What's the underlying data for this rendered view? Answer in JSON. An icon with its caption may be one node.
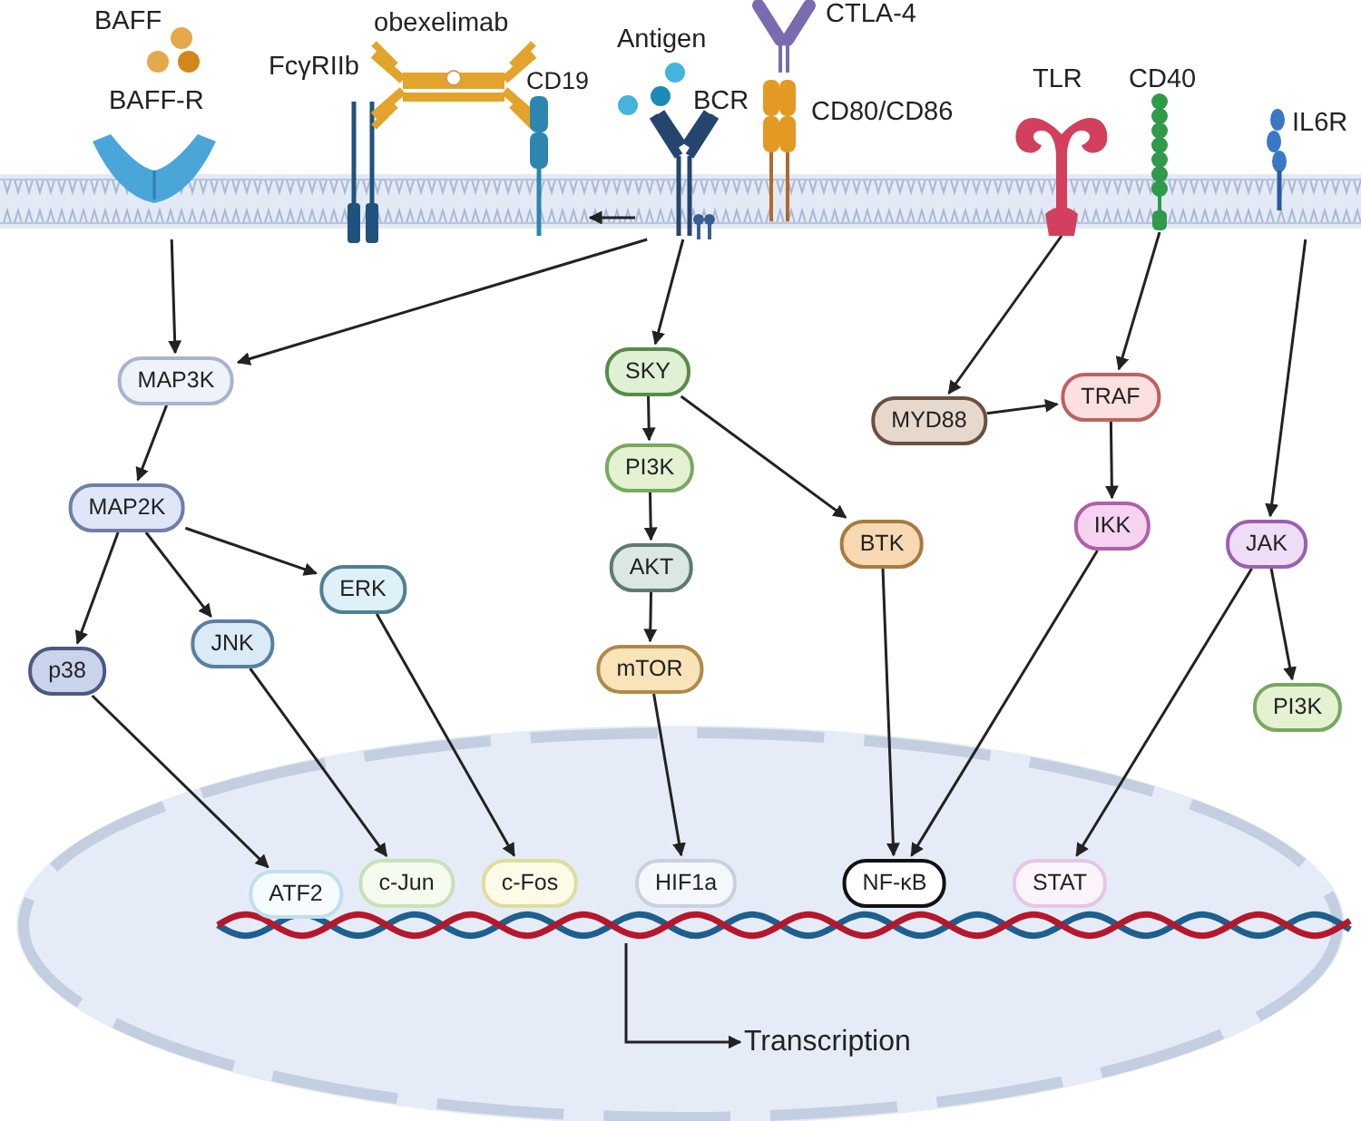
{
  "diagram": {
    "nodes": [
      {
        "text": [
          "BAFF-R"
        ]
      },
      {
        "text": [
          "CD19"
        ]
      },
      {
        "text": [
          "BCR"
        ]
      },
      {
        "text": [
          "TLR"
        ]
      },
      {
        "text": [
          "CD40"
        ]
      },
      {
        "text": [
          "IL6R"
        ]
      },
      {
        "text": [
          "MAP3K"
        ]
      },
      {
        "text": [
          "MAP2K"
        ]
      },
      {
        "text": [
          "ERK"
        ]
      },
      {
        "text": [
          "p38"
        ]
      },
      {
        "text": [
          "JNK"
        ]
      },
      {
        "text": [
          "SKY"
        ]
      },
      {
        "text": [
          "PI3K"
        ]
      },
      {
        "text": [
          "AKT"
        ]
      },
      {
        "text": [
          "mTOR"
        ]
      },
      {
        "text": [
          "BTK"
        ]
      },
      {
        "text": [
          "MYD88"
        ]
      },
      {
        "text": [
          "TRAF"
        ]
      },
      {
        "text": [
          "IKK"
        ]
      },
      {
        "text": [
          "JAK"
        ]
      },
      {
        "text": [
          "PI3K"
        ]
      },
      {
        "text": [],
        "shape": "ellipse"
      },
      {
        "text": [
          "ATF2"
        ],
        "in": 21
      },
      {
        "text": [
          "c-Jun"
        ],
        "in": 21
      },
      {
        "text": [
          "c-Fos"
        ],
        "in": 21
      },
      {
        "text": [
          "HIF1a"
        ],
        "in": 21
      },
      {
        "text": [
          "NF-κB"
        ],
        "in": 21
      },
      {
        "text": [
          "STAT"
        ],
        "in": 21
      },
      {
        "text": [],
        "shape": "picture",
        "in": 21
      },
      {
        "text": [
          "Transcription"
        ],
        "in": 21
      }
    ],
    "edges": [
      {
        "from": 0,
        "to": 6,
        "arrow": "to"
      },
      {
        "from": 2,
        "to": 1,
        "arrow": "to"
      },
      {
        "from": 2,
        "to": 6,
        "arrow": "to"
      },
      {
        "from": 2,
        "to": 11,
        "arrow": "to"
      },
      {
        "from": 3,
        "to": 16,
        "arrow": "to"
      },
      {
        "from": 4,
        "to": 17,
        "arrow": "to"
      },
      {
        "from": 5,
        "to": 19,
        "arrow": "to"
      },
      {
        "from": 6,
        "to": 7,
        "arrow": "to"
      },
      {
        "from": 7,
        "to": 9,
        "arrow": "to"
      },
      {
        "from": 7,
        "to": 10,
        "arrow": "to"
      },
      {
        "from": 7,
        "to": 8,
        "arrow": "to"
      },
      {
        "from": 11,
        "to": 12,
        "arrow": "to"
      },
      {
        "from": 12,
        "to": 13,
        "arrow": "to"
      },
      {
        "from": 13,
        "to": 14,
        "arrow": "to"
      },
      {
        "from": 11,
        "to": 15,
        "arrow": "to"
      },
      {
        "from": 16,
        "to": 17,
        "arrow": "to"
      },
      {
        "from": 17,
        "to": 18,
        "arrow": "to"
      },
      {
        "from": 19,
        "to": 20,
        "arrow": "to"
      },
      {
        "from": 9,
        "to": 22,
        "arrow": "to"
      },
      {
        "from": 10,
        "to": 23,
        "arrow": "to"
      },
      {
        "from": 8,
        "to": 24,
        "arrow": "to"
      },
      {
        "from": 14,
        "to": 25,
        "arrow": "to"
      },
      {
        "from": 15,
        "to": 26,
        "arrow": "to"
      },
      {
        "from": 18,
        "to": 26,
        "arrow": "to"
      },
      {
        "from": 19,
        "to": 27,
        "arrow": "to"
      },
      {
        "from": 28,
        "to": 29,
        "arrow": "to"
      }
    ],
    "labels": [
      "BAFF",
      "FcγRIIb",
      "obexelimab",
      "Antigen",
      "CTLA-4",
      "CD80/CD86"
    ]
  }
}
